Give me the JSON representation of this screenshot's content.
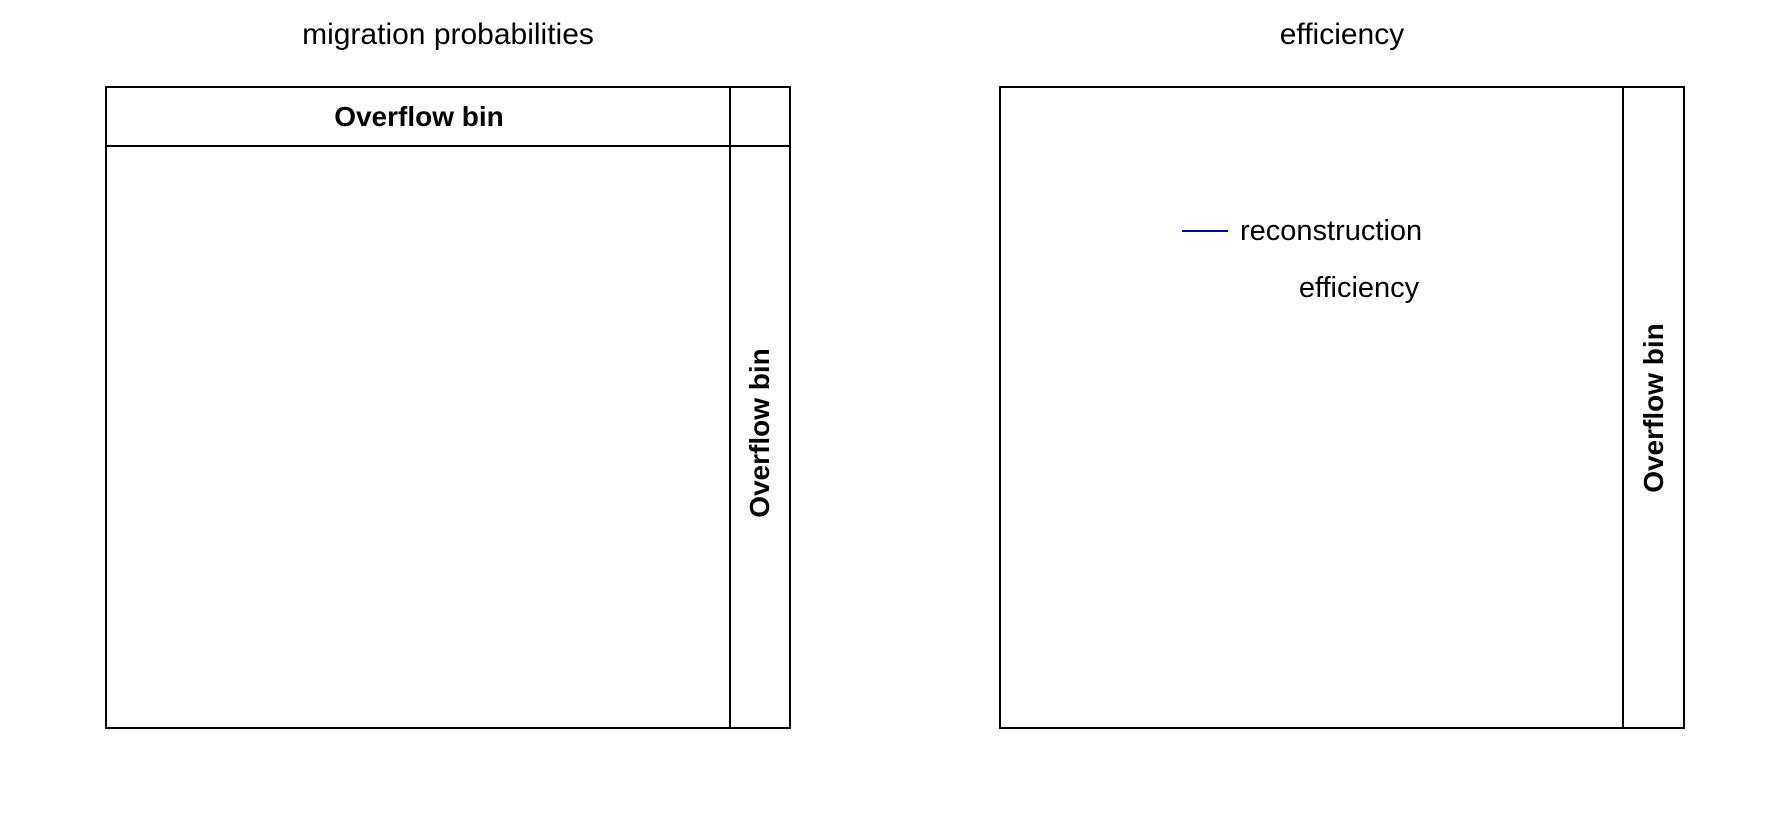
{
  "figure": {
    "background_color": "#ffffff",
    "foreground_color": "#000000"
  },
  "panels": [
    {
      "id": "migration-probabilities",
      "title": "migration probabilities",
      "header_label": "Overflow bin",
      "overflow_label": "Overflow bin",
      "has_header_band": true,
      "legend": null
    },
    {
      "id": "efficiency",
      "title": "efficiency",
      "header_label": "",
      "overflow_label": "Overflow bin",
      "has_header_band": false,
      "legend": {
        "line_color": "#00009a",
        "entry_line1": "reconstruction",
        "entry_line2": "efficiency"
      }
    }
  ],
  "chart_data": [
    {
      "type": "heatmap",
      "title": "migration probabilities",
      "xlabel": "",
      "ylabel": "",
      "categories": [],
      "values": [],
      "annotations": [
        "Overflow bin",
        "Overflow bin"
      ],
      "legend": [],
      "grid": false,
      "notes": "Empty 2D migration-probability matrix frame; top header band labelled 'Overflow bin' and a right-hand narrow overflow column labelled 'Overflow bin' (rotated). No data cells drawn."
    },
    {
      "type": "line",
      "title": "efficiency",
      "xlabel": "",
      "ylabel": "",
      "x": [],
      "series": [
        {
          "name": "reconstruction efficiency",
          "color": "#00009a",
          "values": []
        }
      ],
      "annotations": [
        "Overflow bin"
      ],
      "legend": [
        "reconstruction",
        "efficiency"
      ],
      "legend_position": "upper-left-inside",
      "grid": false,
      "notes": "Empty efficiency plot frame with a right-hand narrow overflow column labelled 'Overflow bin' (rotated). Legend entry 'reconstruction efficiency' with a blue line swatch; no curve drawn."
    }
  ]
}
